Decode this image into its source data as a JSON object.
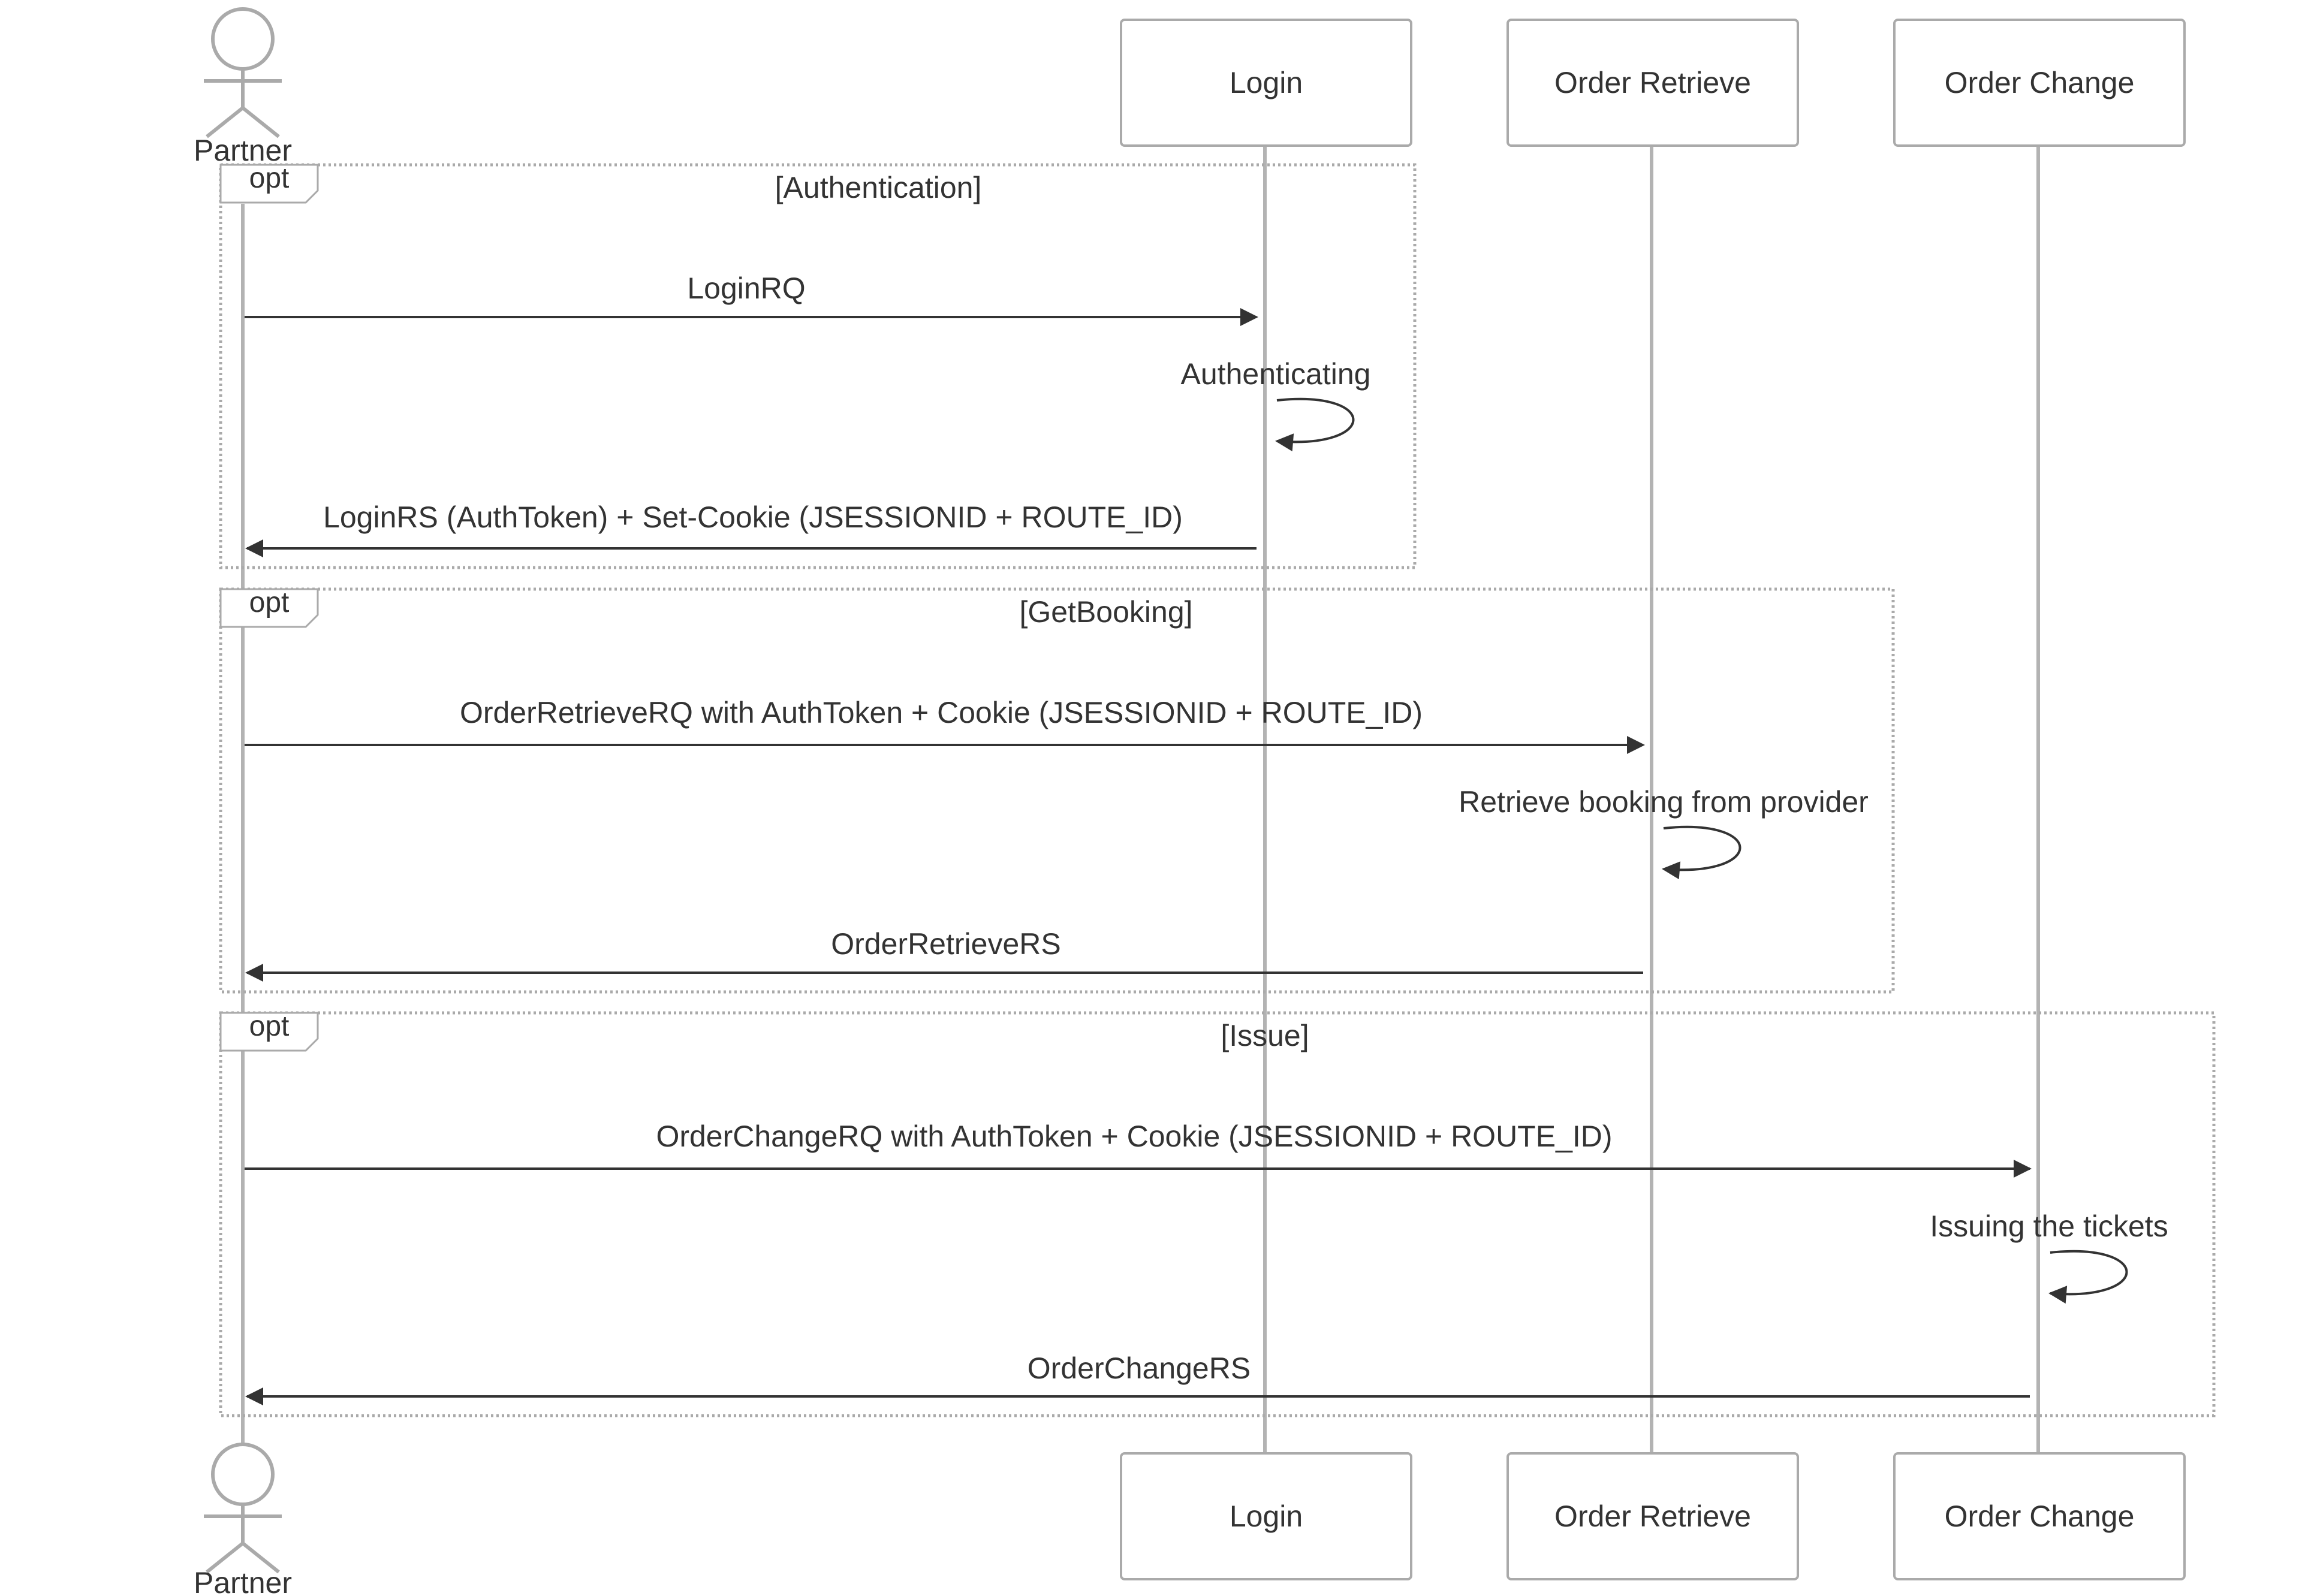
{
  "diagram": {
    "type": "sequence",
    "actor": {
      "id": "partner",
      "label": "Partner"
    },
    "participants": [
      {
        "id": "login",
        "label": "Login"
      },
      {
        "id": "order-retrieve",
        "label": "Order Retrieve"
      },
      {
        "id": "order-change",
        "label": "Order Change"
      }
    ],
    "fragments": [
      {
        "kind": "opt",
        "guard": "[Authentication]",
        "messages": [
          {
            "from": "partner",
            "to": "login",
            "text": "LoginRQ"
          },
          {
            "self": "login",
            "text": "Authenticating"
          },
          {
            "from": "login",
            "to": "partner",
            "text": "LoginRS (AuthToken) + Set-Cookie (JSESSIONID + ROUTE_ID)"
          }
        ]
      },
      {
        "kind": "opt",
        "guard": "[GetBooking]",
        "messages": [
          {
            "from": "partner",
            "to": "order-retrieve",
            "text": "OrderRetrieveRQ with AuthToken + Cookie (JSESSIONID + ROUTE_ID)"
          },
          {
            "self": "order-retrieve",
            "text": "Retrieve booking from provider"
          },
          {
            "from": "order-retrieve",
            "to": "partner",
            "text": "OrderRetrieveRS"
          }
        ]
      },
      {
        "kind": "opt",
        "guard": "[Issue]",
        "messages": [
          {
            "from": "partner",
            "to": "order-change",
            "text": "OrderChangeRQ with AuthToken + Cookie (JSESSIONID + ROUTE_ID)"
          },
          {
            "self": "order-change",
            "text": "Issuing the tickets"
          },
          {
            "from": "order-change",
            "to": "partner",
            "text": "OrderChangeRS"
          }
        ]
      }
    ],
    "colors": {
      "lifeline": "#b3b3b3",
      "box_border": "#aaaaaa",
      "arrow": "#333333",
      "text": "#333333",
      "fragment_border": "#aaaaaa"
    }
  }
}
